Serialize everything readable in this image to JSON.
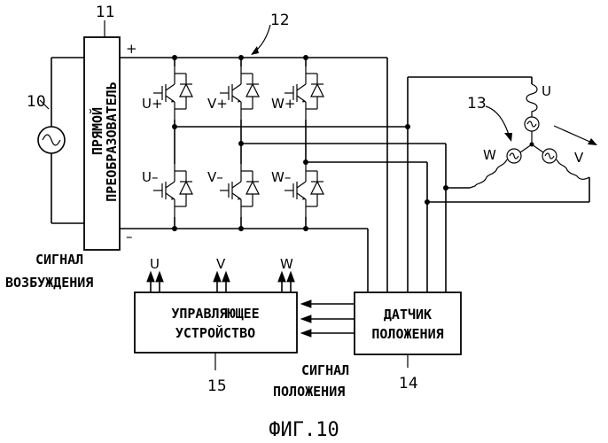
{
  "labels": {
    "ac_source_number": "10",
    "converter_number": "11",
    "inverter_number": "12",
    "motor_number": "13",
    "sensor_number": "14",
    "controller_number": "15",
    "converter_text_1": "ПРЯМОЙ",
    "converter_text_2": "ПРЕОБРАЗОВАТЕЛЬ",
    "plus_sign": "+",
    "minus_sign": "–",
    "switch_up": "U+",
    "switch_vp": "V+",
    "switch_wp": "W+",
    "switch_un": "U–",
    "switch_vn": "V–",
    "switch_wn": "W–",
    "winding_u": "U",
    "winding_v": "V",
    "winding_w": "W",
    "excitation_signal_1": "СИГНАЛ",
    "excitation_signal_2": "ВОЗБУЖДЕНИЯ",
    "output_u": "U",
    "output_v": "V",
    "output_w": "W",
    "controller_1": "УПРАВЛЯЮЩЕЕ",
    "controller_2": "УСТРОЙСТВО",
    "sensor_1": "ДАТЧИК",
    "sensor_2": "ПОЛОЖЕНИЯ",
    "position_signal_1": "СИГНАЛ",
    "position_signal_2": "ПОЛОЖЕНИЯ",
    "figure_caption": "ФИГ.10"
  }
}
